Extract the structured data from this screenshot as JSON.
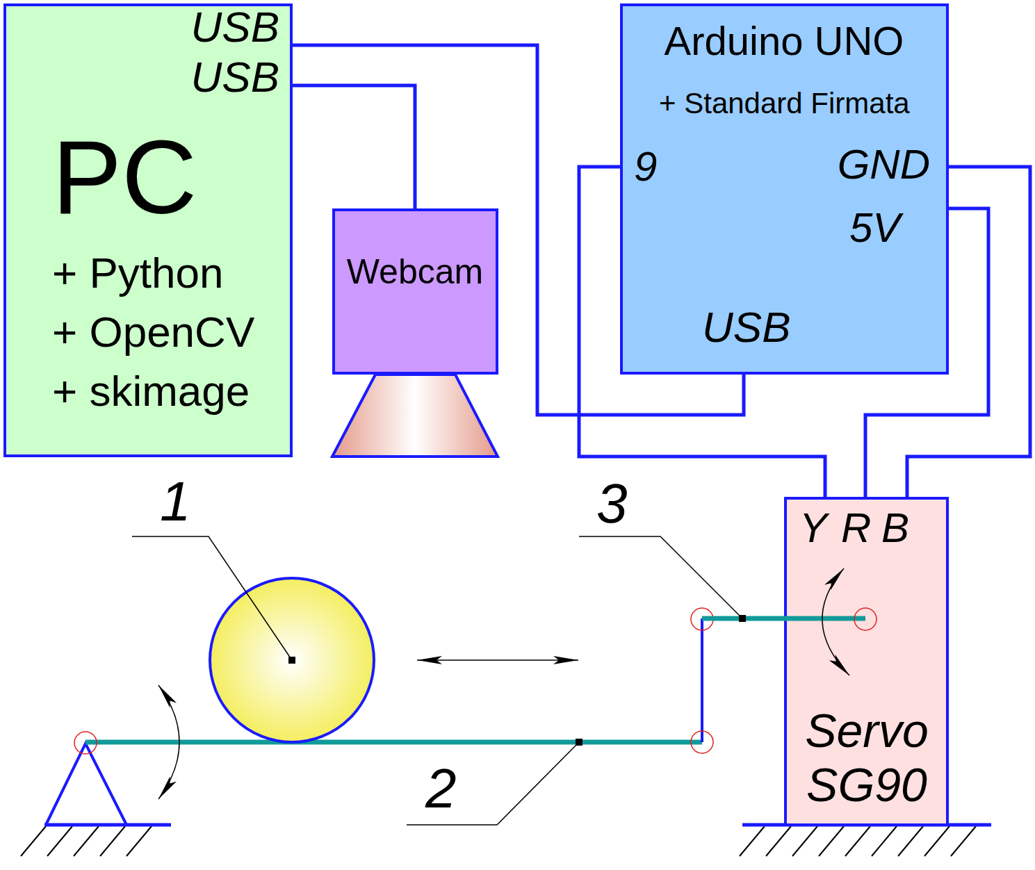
{
  "diagram": {
    "nodes": [
      {
        "text": [
          "USB",
          "USB",
          "PC",
          "+ Python",
          "+ OpenCV",
          "+ skimage"
        ]
      },
      {
        "text": [
          "Webcam"
        ]
      },
      {
        "text": [
          "Arduino UNO",
          "+ Standard Firmata",
          "9",
          "GND",
          "5V",
          "USB"
        ]
      },
      {
        "text": [
          "Y",
          "R",
          "B",
          "Servo SG90"
        ]
      }
    ],
    "edges": [
      {
        "from": 0,
        "to": 2,
        "arrow": "none"
      },
      {
        "from": 0,
        "to": 1,
        "arrow": "none"
      },
      {
        "from": 2,
        "to": 3,
        "arrow": "none"
      },
      {
        "from": 2,
        "to": 3,
        "arrow": "none"
      },
      {
        "from": 2,
        "to": 3,
        "arrow": "none"
      }
    ],
    "labels": [
      "1",
      "2",
      "3"
    ]
  }
}
